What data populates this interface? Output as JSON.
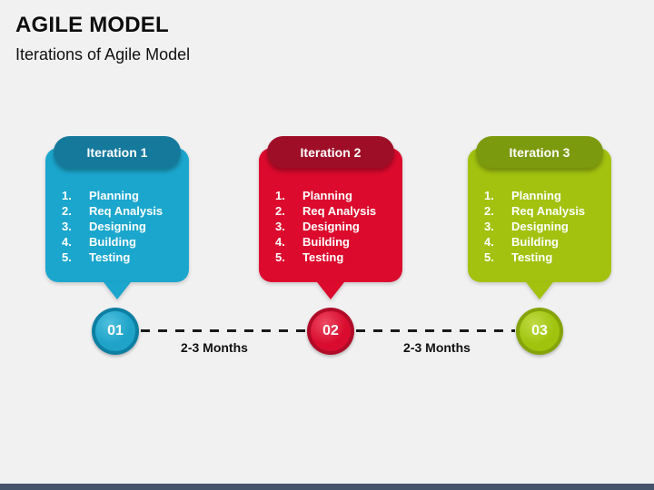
{
  "slide": {
    "title": "AGILE MODEL",
    "subtitle": "Iterations of Agile Model",
    "background_color": "#F1F1F2",
    "footer_bar_color": "#44546A",
    "dashed_line_color": "#1A1A1A"
  },
  "step_numbers": [
    "1.",
    "2.",
    "3.",
    "4.",
    "5."
  ],
  "iterations": [
    {
      "label": "Iteration 1",
      "number": "01",
      "body_color": "#1BA6CD",
      "header_color": "#15799C",
      "circle_ring_color": "#0D7FA2",
      "circle_fill_color": "#1FA3C9",
      "css_vars": "--hdr:#15799C;--body:#1BA6CD;--ring:#0D7FA2;--fill:#1FA3C9;--hi:#4FC0DE",
      "steps": [
        "Planning",
        "Req Analysis",
        "Designing",
        "Building",
        "Testing"
      ]
    },
    {
      "label": "Iteration 2",
      "number": "02",
      "body_color": "#DC0A2D",
      "header_color": "#9E0F27",
      "circle_ring_color": "#B00B28",
      "circle_fill_color": "#D90C2F",
      "css_vars": "--hdr:#9E0F27;--body:#DC0A2D;--ring:#B00B28;--fill:#D90C2F;--hi:#EE4A63",
      "steps": [
        "Planning",
        "Req Analysis",
        "Designing",
        "Building",
        "Testing"
      ]
    },
    {
      "label": "Iteration 3",
      "number": "03",
      "body_color": "#A2C20F",
      "header_color": "#7C9A0E",
      "circle_ring_color": "#85A40A",
      "circle_fill_color": "#A0C40E",
      "css_vars": "--hdr:#7C9A0E;--body:#A2C20F;--ring:#85A40A;--fill:#A0C40E;--hi:#C0DA45",
      "steps": [
        "Planning",
        "Req Analysis",
        "Designing",
        "Building",
        "Testing"
      ]
    }
  ],
  "connectors": [
    {
      "label": "2-3 Months"
    },
    {
      "label": "2-3 Months"
    }
  ]
}
